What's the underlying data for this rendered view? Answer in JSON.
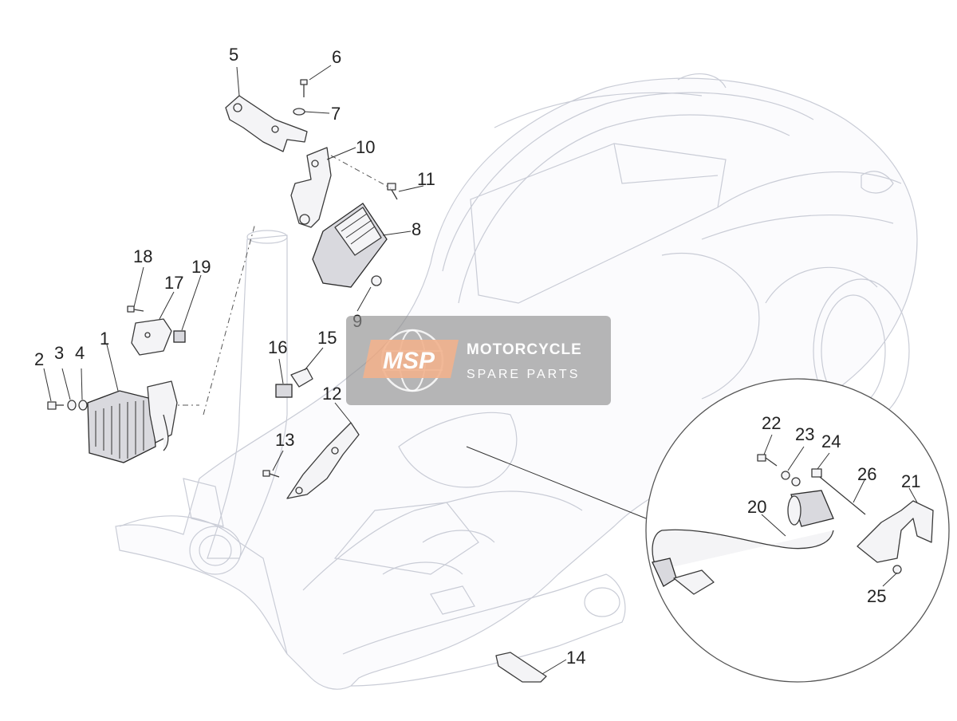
{
  "callouts": [
    "1",
    "2",
    "3",
    "4",
    "5",
    "6",
    "7",
    "8",
    "9",
    "10",
    "11",
    "12",
    "13",
    "14",
    "15",
    "16",
    "17",
    "18",
    "19",
    "20",
    "21",
    "22",
    "23",
    "24",
    "25",
    "26"
  ],
  "watermark": {
    "logo": "MSP",
    "title": "MOTORCYCLE",
    "subtitle": "SPARE PARTS"
  },
  "colors": {
    "outline": "#c9ccd6",
    "part_stroke": "#3a3a3a",
    "watermark_bg": "#8e8e8e",
    "watermark_accent": "#f0a57a"
  }
}
